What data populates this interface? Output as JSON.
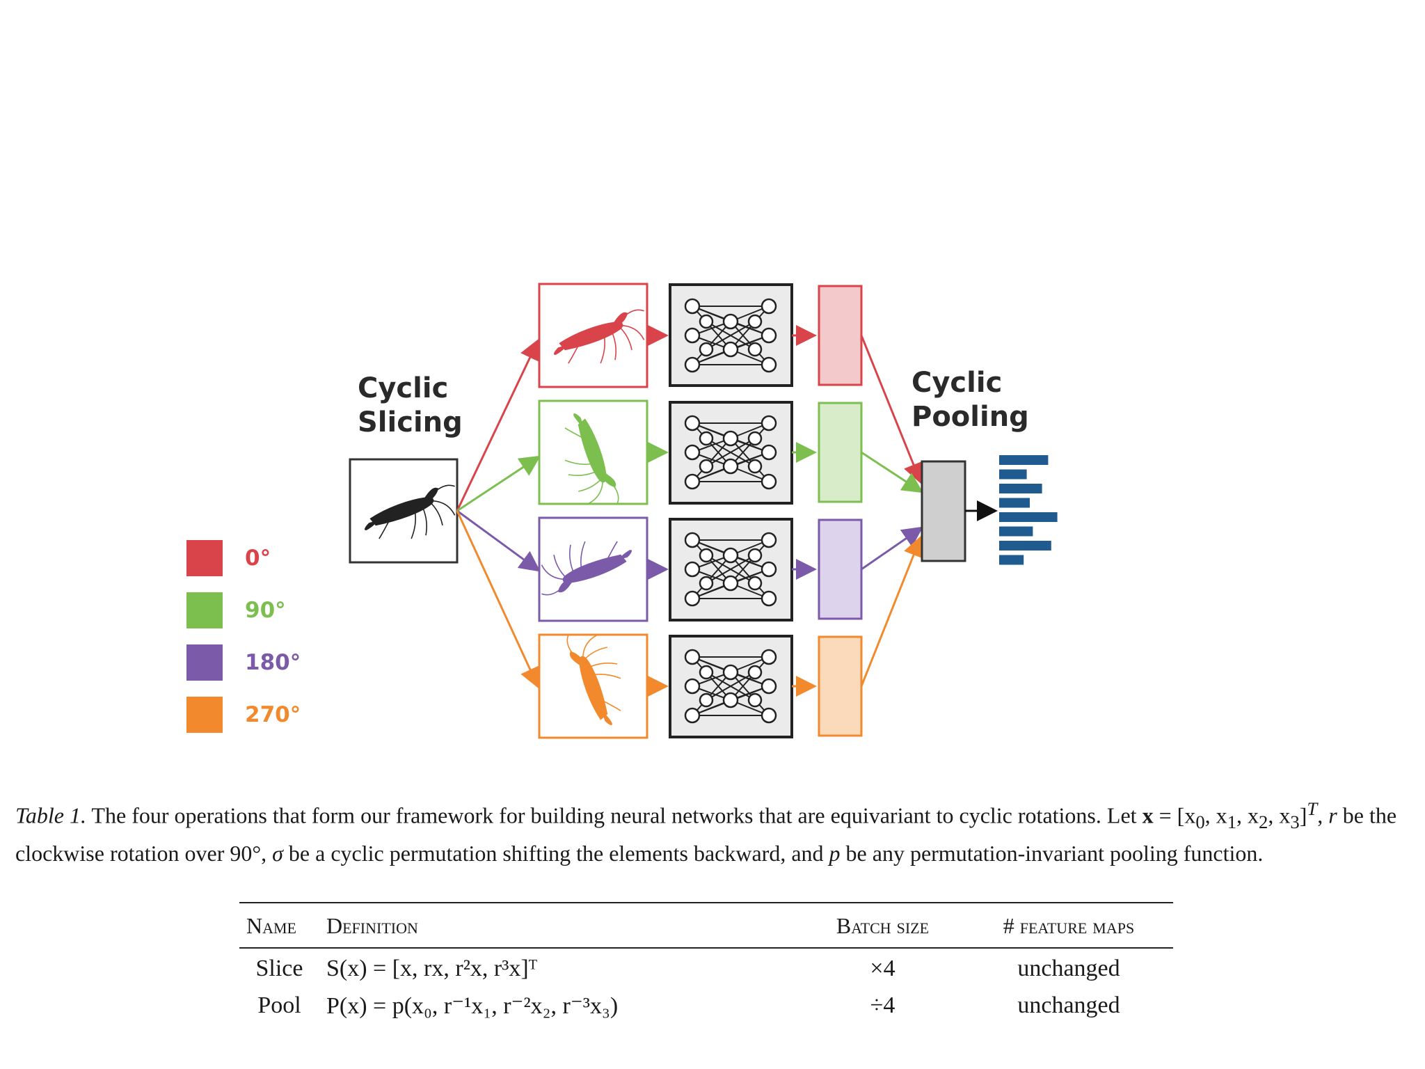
{
  "figure": {
    "slicing_title": [
      "Cyclic",
      "Slicing"
    ],
    "pooling_title": [
      "Cyclic",
      "Pooling"
    ],
    "legend": [
      {
        "label": "0°",
        "color": "#d9434a"
      },
      {
        "label": "90°",
        "color": "#7cbf4f"
      },
      {
        "label": "180°",
        "color": "#7b5aa9"
      },
      {
        "label": "270°",
        "color": "#f28a2d"
      }
    ],
    "branch_colors": {
      "red": {
        "stroke": "#d9434a",
        "fill": "#f4c9cc"
      },
      "green": {
        "stroke": "#7cbf4f",
        "fill": "#d9ecc9"
      },
      "purple": {
        "stroke": "#7b5aa9",
        "fill": "#ddd3ec"
      },
      "orange": {
        "stroke": "#f28a2d",
        "fill": "#fbd9bb"
      }
    },
    "output_color": "#1f5b8e",
    "output_bars": [
      0.8,
      0.45,
      0.7,
      0.5,
      0.95,
      0.55,
      0.85,
      0.4
    ]
  },
  "caption": {
    "lead": "Table 1.",
    "text1": " The four operations that form our framework for building neural networks that are equivariant to cyclic rotations. Let ",
    "x_bold": "x",
    "text2": " = [x",
    "text3": "0",
    "text4": ", x",
    "text5": "1",
    "text6": ", x",
    "text7": "2",
    "text8": ", x",
    "text9": "3",
    "text10": "]",
    "sup_T": "T",
    "text11": ", ",
    "r": "r",
    "text12": " be the clockwise rotation over 90°, ",
    "sigma": "σ",
    "text13": " be a cyclic permutation shifting the elements backward, and ",
    "p": "p",
    "text14": " be any permutation-invariant pooling function."
  },
  "table": {
    "headers": [
      "Name",
      "Definition",
      "Batch size",
      "# feature maps"
    ],
    "rows": [
      {
        "name": "Slice",
        "definition": "S(x) = [x, rx, r²x, r³x]ᵀ",
        "batch": "×4",
        "features": "unchanged"
      },
      {
        "name": "Pool",
        "definition": "P(x) = p(x₀, r⁻¹x₁, r⁻²x₂, r⁻³x₃)",
        "batch": "÷4",
        "features": "unchanged"
      }
    ]
  }
}
